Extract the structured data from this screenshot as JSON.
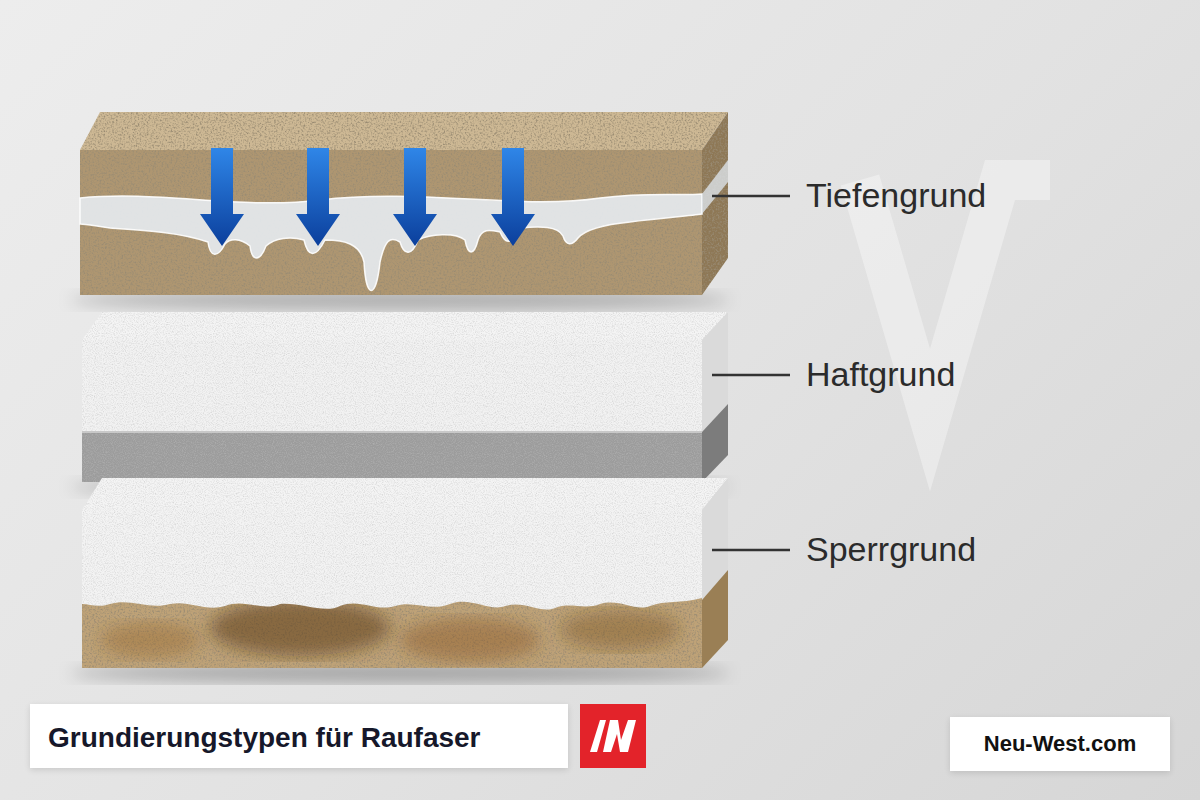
{
  "diagram": {
    "title": "Grundierungstypen für Raufaser",
    "nodes": [
      {
        "text": [
          "Neu-West.com"
        ]
      }
    ],
    "labels": [
      "Tiefengrund",
      "Haftgrund",
      "Sperrgrund"
    ]
  }
}
